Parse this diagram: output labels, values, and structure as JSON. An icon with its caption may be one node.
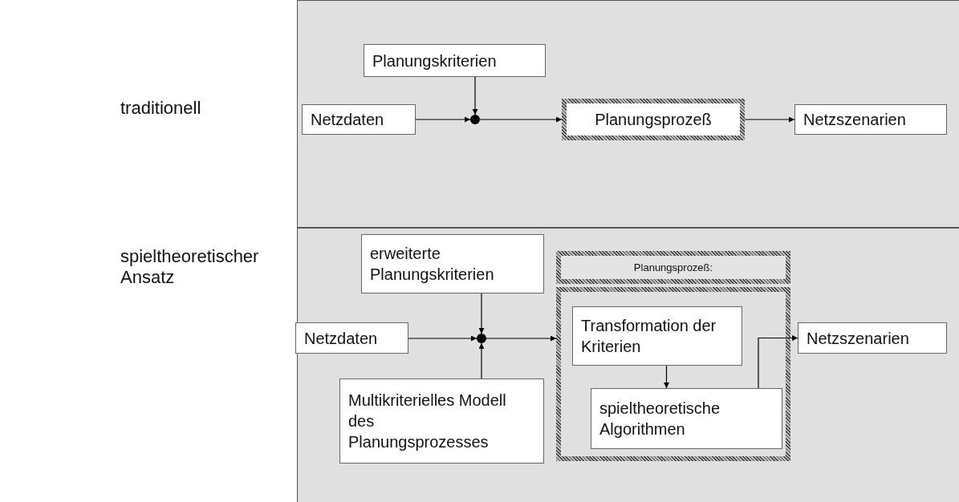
{
  "diagram": {
    "nodes": [
      {
        "text": [
          "Planungskriterien"
        ]
      },
      {
        "text": [
          "Netzdaten"
        ]
      },
      {
        "text": [],
        "shape": "circle"
      },
      {
        "text": [
          "Planungsprozeß"
        ]
      },
      {
        "text": [
          "Netzszenarien"
        ]
      },
      {
        "text": [
          "erweiterte Planungskriterien"
        ]
      },
      {
        "text": [
          "Netzdaten"
        ]
      },
      {
        "text": [],
        "shape": "circle"
      },
      {
        "text": [
          "Multikriterielles Modell des Planungsprozesses"
        ]
      },
      {
        "text": [
          "Planungsprozeß:"
        ]
      },
      {
        "text": [],
        "shape": "box"
      },
      {
        "text": [
          "Transformation der Kriterien"
        ],
        "in": 10
      },
      {
        "text": [
          "spieltheoretische Algorithmen"
        ],
        "in": 10
      },
      {
        "text": [
          "Netzszenarien"
        ]
      }
    ],
    "edges": [
      {
        "from": 0,
        "to": 2,
        "arrow": "to"
      },
      {
        "from": 1,
        "to": 2,
        "arrow": "to"
      },
      {
        "from": 2,
        "to": 3,
        "arrow": "to"
      },
      {
        "from": 3,
        "to": 4,
        "arrow": "to"
      },
      {
        "from": 5,
        "to": 7,
        "arrow": "to"
      },
      {
        "from": 6,
        "to": 7,
        "arrow": "to"
      },
      {
        "from": 8,
        "to": 7,
        "arrow": "to"
      },
      {
        "from": 7,
        "to": 10,
        "arrow": "to"
      },
      {
        "from": 11,
        "to": 12,
        "arrow": "to"
      },
      {
        "from": 12,
        "to": 13,
        "arrow": "to"
      }
    ],
    "labels": [
      "traditionell",
      "spieltheoretischer Ansatz"
    ]
  }
}
